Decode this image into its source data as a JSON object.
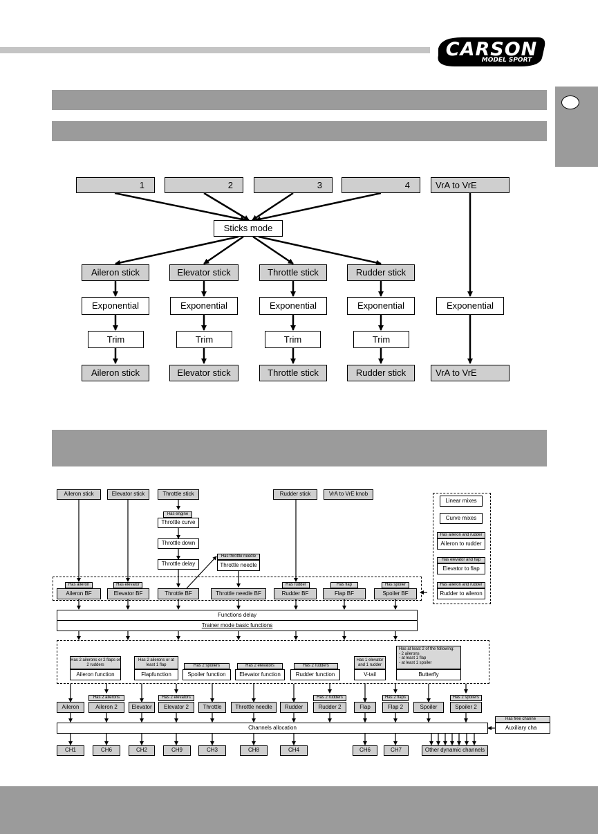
{
  "logo": {
    "brand": "CARSON",
    "tagline": "MODEL SPORT"
  },
  "diagram1": {
    "modes": [
      "1",
      "2",
      "3",
      "4"
    ],
    "vr_top": "VrA to VrE",
    "sticks_mode": "Sticks mode",
    "sticks": [
      "Aileron stick",
      "Elevator stick",
      "Throttle stick",
      "Rudder stick"
    ],
    "exponential": "Exponential",
    "trim": "Trim",
    "vr_bottom": "VrA to VrE"
  },
  "diagram2": {
    "inputs": {
      "aileron": "Aileron stick",
      "elevator": "Elevator stick",
      "throttle": "Throttle stick",
      "rudder": "Rudder stick",
      "vr_knob": "VrA to VrE knob"
    },
    "throttle_chain": {
      "has_engine": "Has engine",
      "curve": "Throttle curve",
      "down": "Throttle down",
      "delay": "Throttle delay",
      "has_needle": "Has throttle needle",
      "needle": "Throttle needle"
    },
    "mixes": {
      "linear": "Linear mixes",
      "curve": "Curve mixes",
      "tag_ail_rud": "Has aileron and rudder",
      "ail_to_rud": "Aileron to rudder",
      "tag_ele_flap": "Has elevator and flap",
      "ele_to_flap": "Elevator to flap",
      "tag_ail_rud2": "Has aileron and rudder",
      "rud_to_ail": "Rudder to aileron"
    },
    "bf_tags": [
      "Has aileron",
      "Has elevator",
      "Has rudder",
      "Has flap",
      "Has spoiler"
    ],
    "bf": [
      "Aileron BF",
      "Elevator BF",
      "Throttle BF",
      "Throttle needle BF",
      "Rudder BF",
      "Flap BF",
      "Spoiler BF"
    ],
    "functions_delay": "Functions delay",
    "trainer": "Trainer mode basic functions",
    "func_tags": {
      "aileron": "Has 2 ailerons or 2 flaps or 2 rudders",
      "flap": "Has 2 ailerons or at least 1 flap",
      "spoiler": "Has 2 spoilers",
      "elevator": "Has 2 elevators",
      "rudder": "Has 2 rudders",
      "vtail": "Has 1 elevator and 1 rudder"
    },
    "butterfly_tag": [
      "Has at least 2 of the following:",
      "- 2 ailerons",
      "- at least 1 flap",
      "- at least 1 spoiler"
    ],
    "functions": [
      "Aileron function",
      "Flapfunction",
      "Spoiler function",
      "Elevator function",
      "Rudder function",
      "V-tail",
      "Butterfly"
    ],
    "out_tags": [
      "Has 2 ailerons",
      "Has 2 elevators",
      "Has 2 rudders",
      "Has 2 flaps",
      "Has 2 spoilers"
    ],
    "outputs": [
      "Aileron",
      "Aileron 2",
      "Elevator",
      "Elevator 2",
      "Throttle",
      "Throttle needle",
      "Rudder",
      "Rudder 2",
      "Flap",
      "Flap 2",
      "Spoiler",
      "Spoiler 2"
    ],
    "channels_alloc": "Channels allocation",
    "free_tag": "Has free channe",
    "auxiliary": "Auxiliary cha",
    "channels": [
      "CH1",
      "CH6",
      "CH2",
      "CH9",
      "CH3",
      "CH8",
      "CH4",
      "CH6",
      "CH7",
      "Other dynamic channels"
    ]
  }
}
